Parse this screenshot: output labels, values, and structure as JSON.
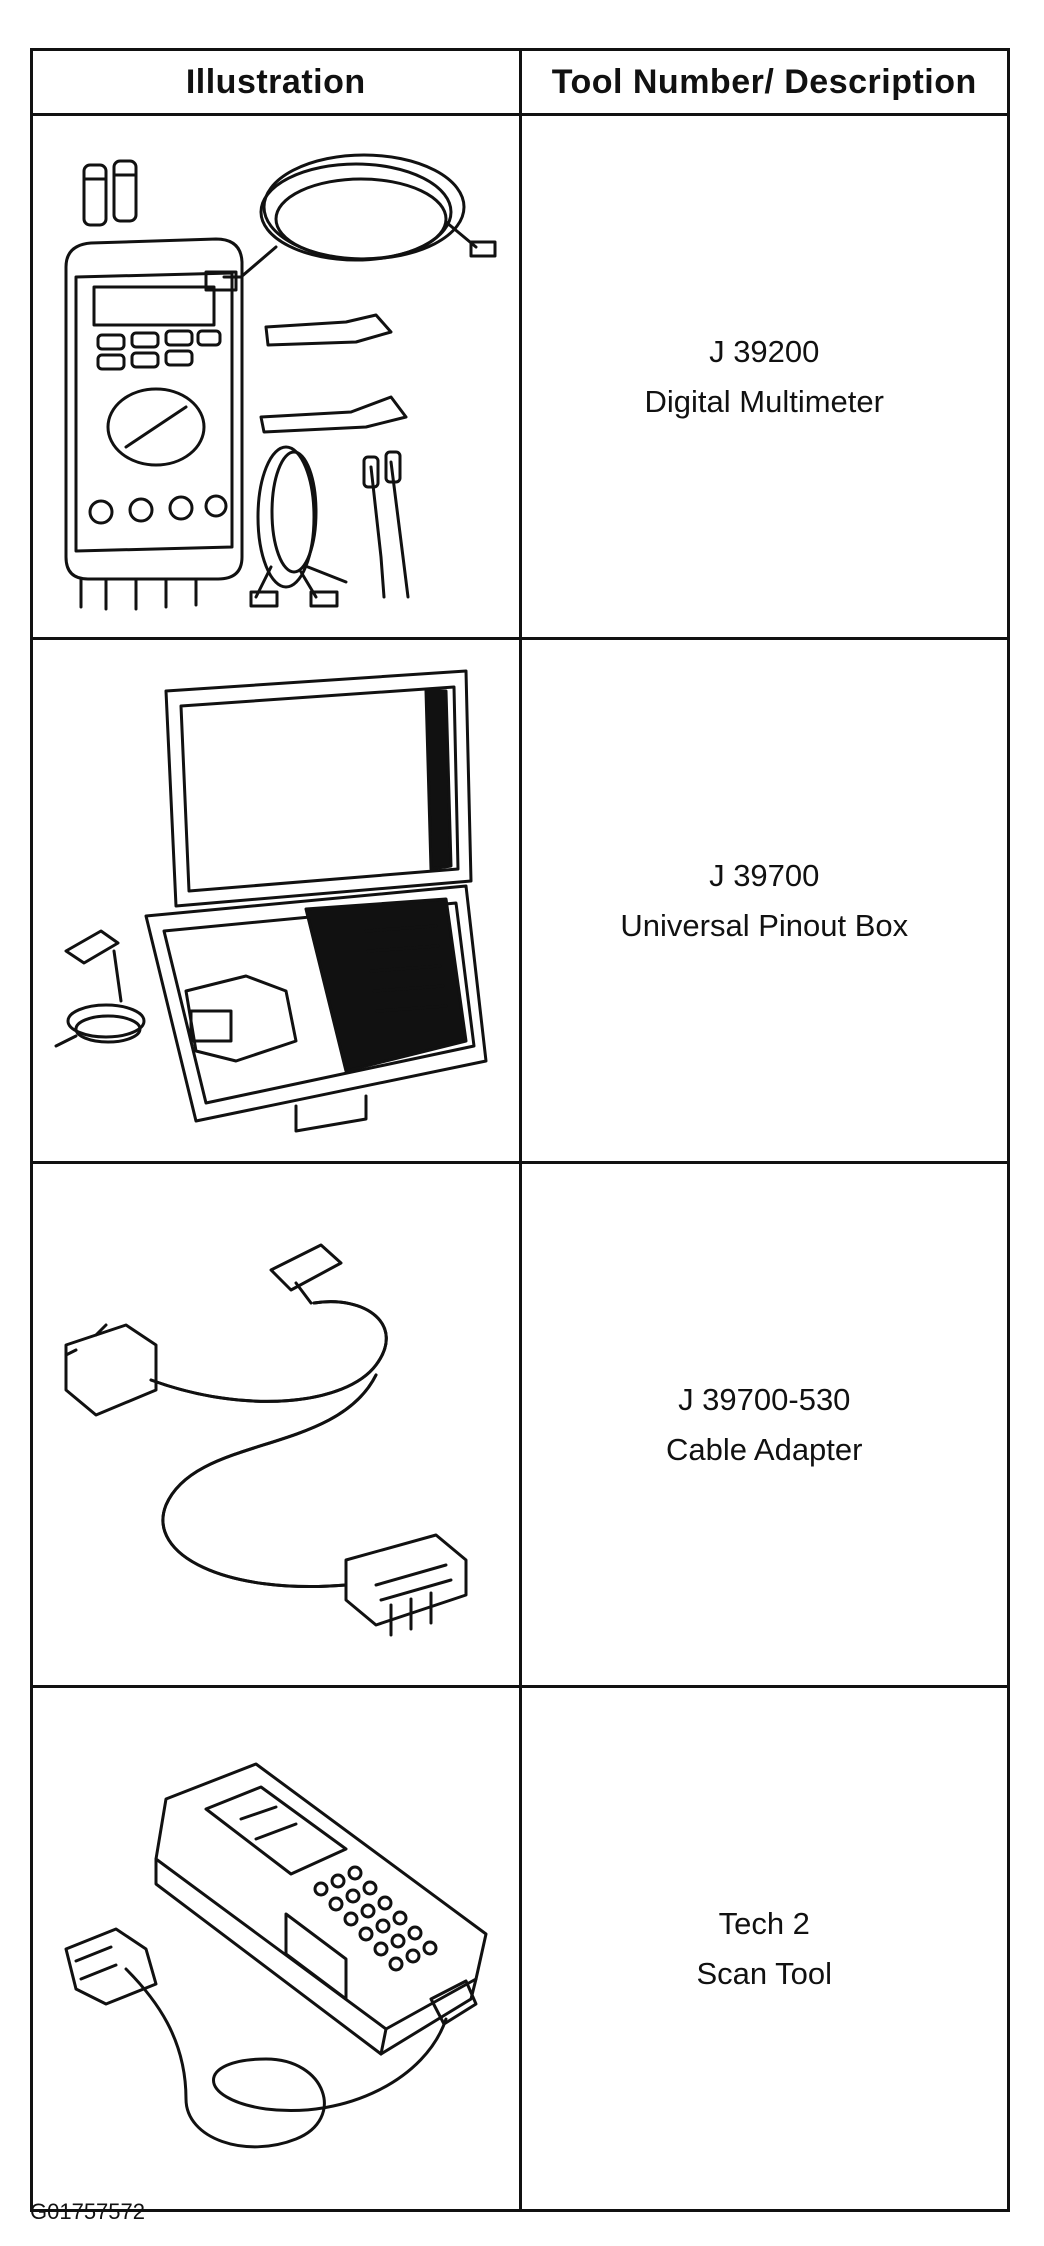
{
  "table": {
    "headers": {
      "illustration": "Illustration",
      "description": "Tool Number/ Description"
    },
    "rows": [
      {
        "icon": "digital-multimeter-icon",
        "number": "J 39200",
        "name": "Digital Multimeter"
      },
      {
        "icon": "pinout-box-icon",
        "number": "J 39700",
        "name": "Universal Pinout Box"
      },
      {
        "icon": "cable-adapter-icon",
        "number": "J 39700-530",
        "name": "Cable Adapter"
      },
      {
        "icon": "scan-tool-icon",
        "number": "Tech 2",
        "name": "Scan Tool"
      }
    ]
  },
  "figure_id": "G01757572"
}
